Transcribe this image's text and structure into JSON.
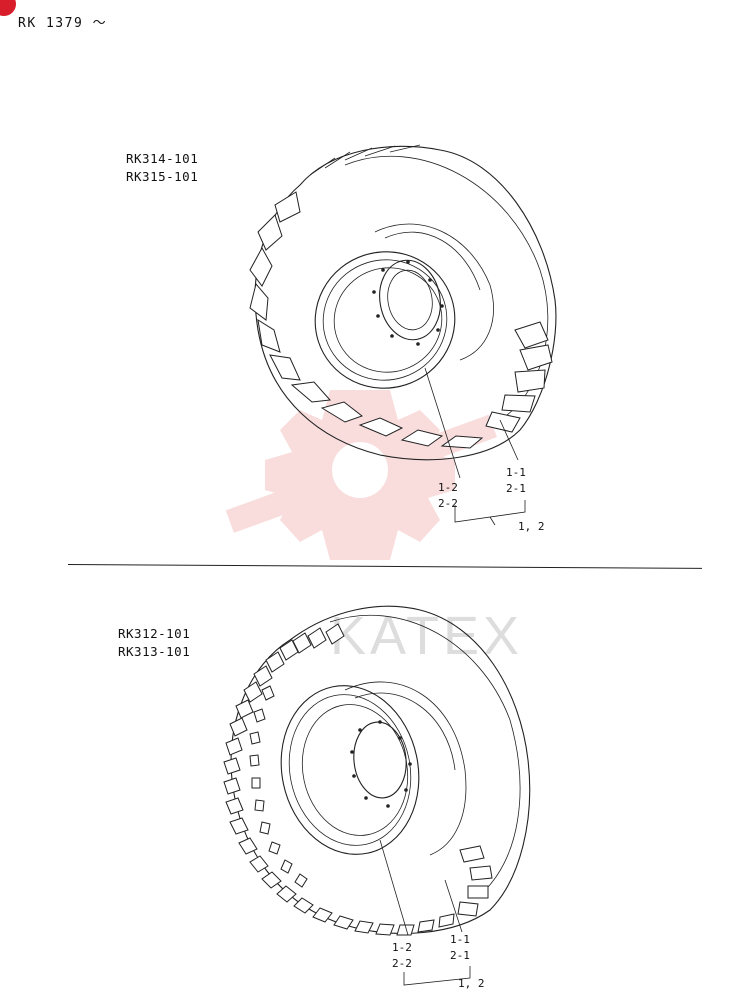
{
  "header": {
    "title": "RK 1379 ～"
  },
  "upper_assembly": {
    "models": [
      "RK314-101",
      "RK315-101"
    ],
    "callout_left": [
      "1-2",
      "2-2"
    ],
    "callout_right": [
      "1-1",
      "2-1"
    ],
    "callout_group": "1, 2"
  },
  "lower_assembly": {
    "models": [
      "RK312-101",
      "RK313-101"
    ],
    "callout_left": [
      "1-2",
      "2-2"
    ],
    "callout_right": [
      "1-1",
      "2-1"
    ],
    "callout_group": "1, 2"
  },
  "colors": {
    "line": "#222222",
    "watermark": "#e24a4a",
    "badge": "#d81e2a"
  }
}
